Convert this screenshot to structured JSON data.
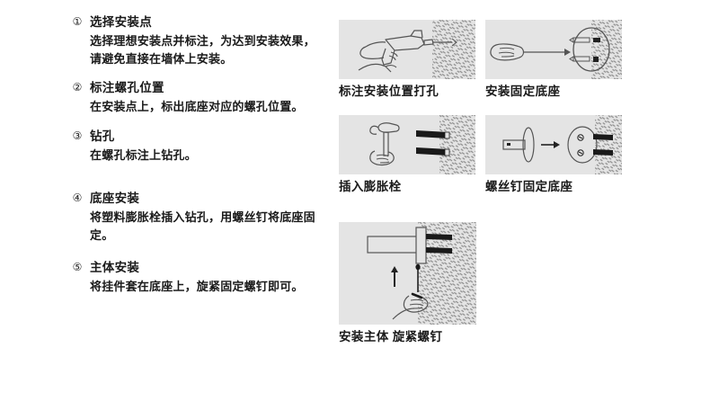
{
  "document": {
    "type": "installation-instructions",
    "background_color": "#ffffff",
    "panel_color": "#e4e4e4",
    "text_color": "#1a1a1a"
  },
  "steps": [
    {
      "number": "①",
      "heading": "选择安装点",
      "body": "选择理想安装点并标注，为达到安装效果，请避免直接在墙体上安装。"
    },
    {
      "number": "②",
      "heading": "标注螺孔位置",
      "body": "在安装点上，标出底座对应的螺孔位置。"
    },
    {
      "number": "③",
      "heading": "钻孔",
      "body": "在螺孔标注上钻孔。"
    },
    {
      "number": "④",
      "heading": "底座安装",
      "body": "将塑料膨胀栓插入钻孔，用螺丝钉将底座固定。"
    },
    {
      "number": "⑤",
      "heading": "主体安装",
      "body": "将挂件套在底座上，旋紧固定螺钉即可。"
    }
  ],
  "figures": [
    {
      "id": "fig-1",
      "caption": "标注安装位置打孔",
      "illustration": "hand-holding-electric-drill-against-wall"
    },
    {
      "id": "fig-2",
      "caption": "安装固定底座",
      "illustration": "hand-pushing-base-plate-with-screws-into-wall"
    },
    {
      "id": "fig-3",
      "caption": "插入膨胀栓",
      "illustration": "hand-holding-hammer-with-two-wall-anchors"
    },
    {
      "id": "fig-4",
      "caption": "螺丝钉固定底座",
      "illustration": "screw-arrow-into-base-plate-on-wall"
    },
    {
      "id": "fig-5",
      "caption": "安装主体 旋紧螺钉",
      "illustration": "mounting-body-onto-base-and-tightening-screw-with-screwdriver"
    }
  ]
}
